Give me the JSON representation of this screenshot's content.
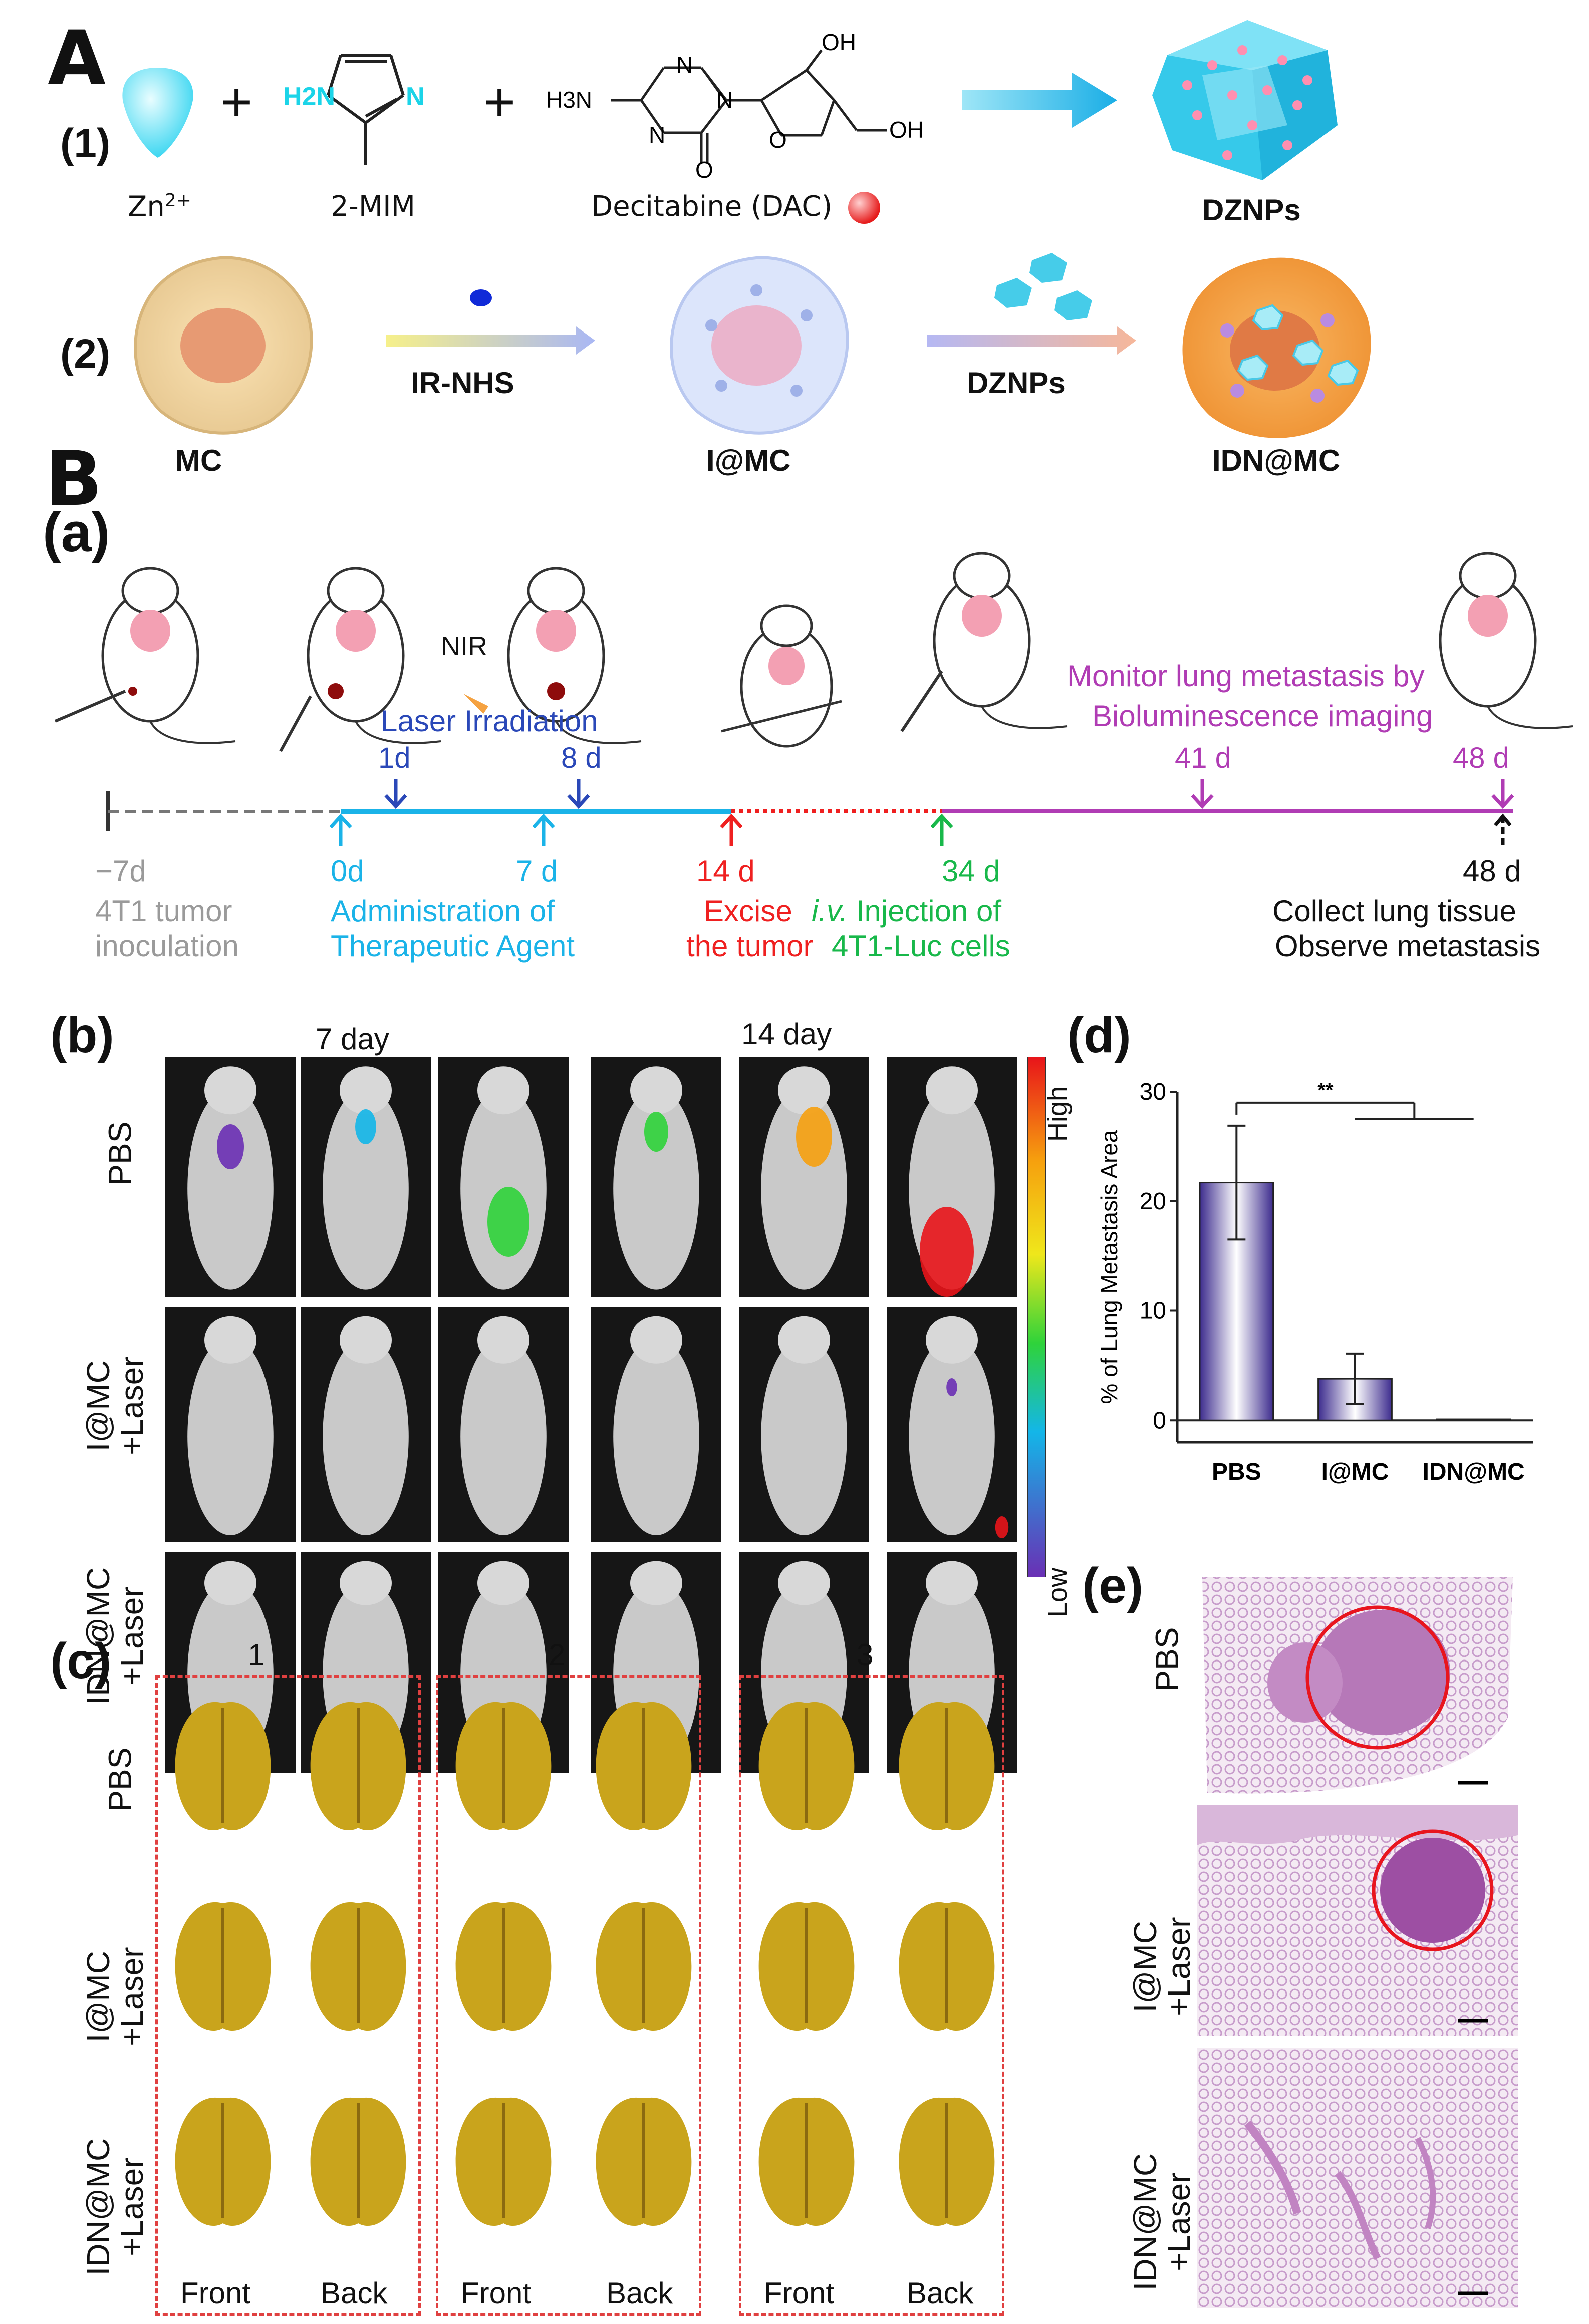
{
  "panelA": {
    "letter": "A",
    "row1": {
      "index": "(1)",
      "zinc_label": "Zn2+",
      "mim_label": "2-MIM",
      "dac_label": "Decitabine (DAC)",
      "product_label": "DZNPs",
      "plus": "+",
      "mim_atoms": {
        "nh": "H2N",
        "n": "N"
      },
      "dac_atoms": {
        "h2n": "H3N",
        "n1": "N",
        "n2": "N",
        "n3": "N",
        "o_ring": "O",
        "oh1": "OH",
        "oh2": "OH",
        "o_carbonyl": "O"
      }
    },
    "row2": {
      "index": "(2)",
      "cell1_label": "MC",
      "reagent1": "IR-NHS",
      "cell2_label": "I@MC",
      "reagent2": "DZNPs",
      "cell3_label": "IDN@MC"
    }
  },
  "panelB": {
    "letter": "B",
    "sub_a": "(a)",
    "nir": "NIR",
    "laser_irradiation": "Laser Irradiation",
    "monitor_text": [
      "Monitor lung metastasis by",
      "Bioluminescence imaging"
    ],
    "above_marks": [
      "1d",
      "8 d",
      "41 d",
      "48 d"
    ],
    "timeline_labels": [
      {
        "day": "−7d",
        "text": [
          "4T1 tumor",
          "inoculation"
        ],
        "color": "#9a9a9a"
      },
      {
        "day": "0d",
        "text": [
          "Administration of",
          "Therapeutic Agent"
        ],
        "color": "#1ab3e8"
      },
      {
        "day": "7 d",
        "text": [],
        "color": "#1ab3e8"
      },
      {
        "day": "14 d",
        "text": [
          "Excise",
          "the tumor"
        ],
        "color": "#ef2020"
      },
      {
        "day": "34 d",
        "text": [
          "injection of",
          "4T1-Luc cells"
        ],
        "color": "#18b84a"
      },
      {
        "day": "48 d",
        "text": [
          "Collect lung tissue",
          "Observe metastasis"
        ],
        "color": "#111111"
      }
    ],
    "iv_prefix": "i.v.",
    "iv_suffix": " Injection of",
    "iv_line2": "4T1-Luc cells"
  },
  "panel_b": {
    "label": "(b)",
    "day7": "7 day",
    "day14": "14 day",
    "rows": [
      "PBS",
      "I@MC\n+Laser",
      "IDN@MC\n+Laser"
    ],
    "scale_high": "High",
    "scale_low": "Low"
  },
  "panel_c": {
    "label": "(c)",
    "columns": [
      "1",
      "2",
      "3"
    ],
    "rows": [
      "PBS",
      "I@MC\n+Laser",
      "IDN@MC\n+Laser"
    ],
    "front": "Front",
    "back": "Back"
  },
  "panel_d": {
    "label": "(d)",
    "significance": "**"
  },
  "panel_e": {
    "label": "(e)",
    "rows": [
      "PBS",
      "I@MC\n+Laser",
      "IDN@MC\n+Laser"
    ]
  },
  "chart_data": {
    "type": "bar",
    "categories": [
      "PBS",
      "I@MC",
      "IDN@MC"
    ],
    "values": [
      21.7,
      3.8,
      0.1
    ],
    "errors": [
      5.2,
      2.3,
      0
    ],
    "ylabel": "% of Lung Metastasis Area",
    "xlabel": "",
    "ylim": [
      -2,
      30
    ],
    "yticks": [
      0,
      10,
      20,
      30
    ],
    "grid": false
  },
  "colors": {
    "cyan": "#1ab3e8",
    "blue": "#2a48b8",
    "red": "#ef2020",
    "green": "#18b84a",
    "purple": "#b03cb4",
    "grey": "#9a9a9a",
    "lung": "#c9a41c"
  }
}
